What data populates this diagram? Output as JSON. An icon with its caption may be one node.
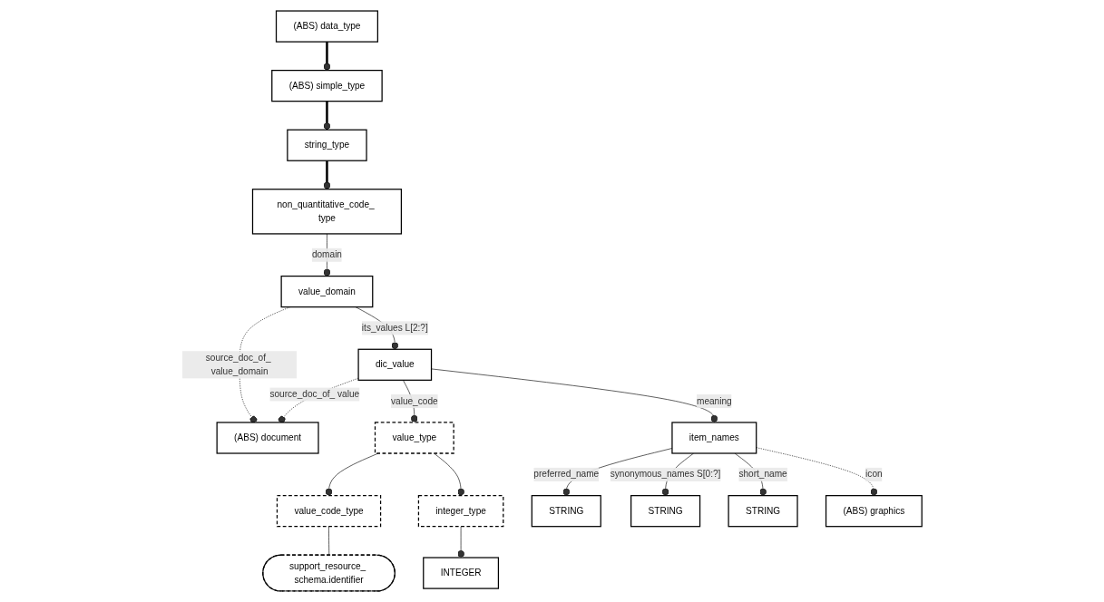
{
  "diagram": {
    "nodes": [
      {
        "text": [
          "(ABS) data_type"
        ]
      },
      {
        "text": [
          "(ABS) simple_type"
        ]
      },
      {
        "text": [
          "string_type"
        ]
      },
      {
        "text": [
          "non_quantitative_code_ type"
        ]
      },
      {
        "text": [
          "(ABS) document"
        ]
      },
      {
        "text": [
          "support_resource_ schema.identifier"
        ]
      },
      {
        "text": [
          "INTEGER"
        ]
      },
      {
        "text": [
          "value_code_type"
        ]
      },
      {
        "text": [
          "integer_type"
        ]
      },
      {
        "text": [
          "value_domain"
        ]
      },
      {
        "text": [
          "dic_value"
        ]
      },
      {
        "text": [
          "value_type"
        ]
      },
      {
        "text": [
          "item_names"
        ]
      },
      {
        "text": [
          "STRING"
        ]
      },
      {
        "text": [
          "STRING"
        ]
      },
      {
        "text": [
          "STRING"
        ]
      },
      {
        "text": [
          "(ABS) graphics"
        ]
      }
    ],
    "edges": [
      {
        "from": 0,
        "to": 1,
        "arrow": "other",
        "style": "thick"
      },
      {
        "from": 1,
        "to": 2,
        "arrow": "other",
        "style": "thick"
      },
      {
        "from": 2,
        "to": 3,
        "arrow": "other",
        "style": "thick"
      },
      {
        "from": 3,
        "to": 9,
        "arrow": "other",
        "label": "domain"
      },
      {
        "from": 9,
        "to": 4,
        "arrow": "other",
        "label": "source_doc_of_ value_domain",
        "style": "dashed"
      },
      {
        "from": 10,
        "to": 4,
        "arrow": "other",
        "label": "source_doc_of_ value",
        "style": "dashed"
      },
      {
        "from": 9,
        "to": 10,
        "arrow": "other",
        "label": "its_values L[2:?]"
      },
      {
        "from": 10,
        "to": 11,
        "arrow": "other",
        "label": "value_code"
      },
      {
        "from": 11,
        "to": 7,
        "arrow": "other"
      },
      {
        "from": 11,
        "to": 8,
        "arrow": "other"
      },
      {
        "from": 7,
        "to": 5,
        "arrow": "none"
      },
      {
        "from": 8,
        "to": 6,
        "arrow": "other"
      },
      {
        "from": 10,
        "to": 12,
        "arrow": "other",
        "label": "meaning"
      },
      {
        "from": 12,
        "to": 13,
        "arrow": "other",
        "label": "preferred_name"
      },
      {
        "from": 12,
        "to": 15,
        "arrow": "other",
        "label": "short_name"
      },
      {
        "from": 12,
        "to": 14,
        "arrow": "other",
        "label": "synonymous_names S[0:?]"
      },
      {
        "from": 12,
        "to": 16,
        "arrow": "other",
        "label": "icon",
        "style": "dashed"
      }
    ]
  }
}
